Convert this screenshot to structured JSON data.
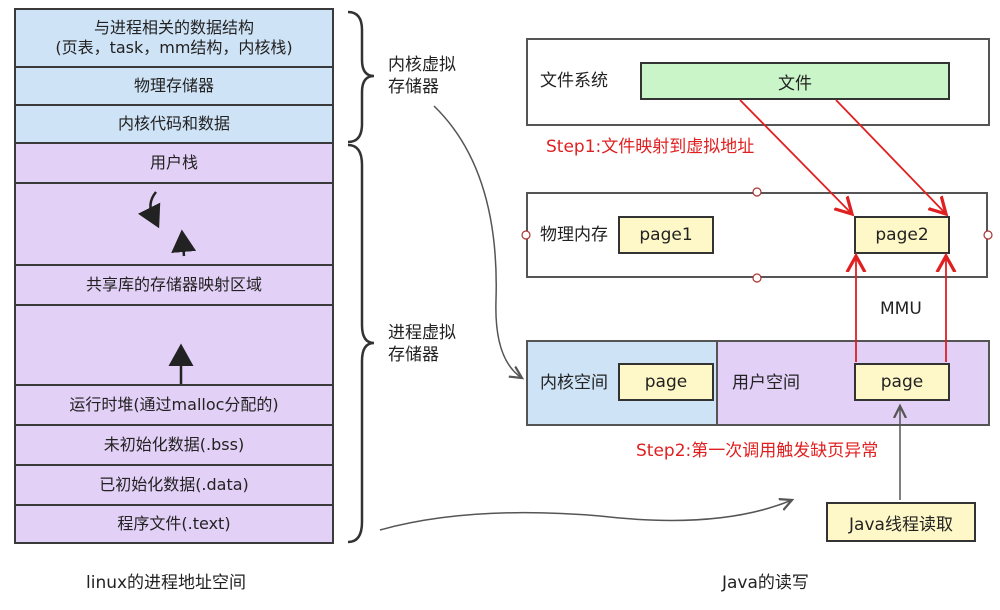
{
  "left": {
    "segments": {
      "kernel_structs": "与进程相关的数据结构\n(页表，task，mm结构，内核栈)",
      "physical_memory": "物理存储器",
      "kernel_code_data": "内核代码和数据",
      "user_stack": "用户栈",
      "shared_lib": "共享库的存储器映射区域",
      "runtime_heap": "运行时堆(通过malloc分配的)",
      "bss": "未初始化数据(.bss)",
      "data": "已初始化数据(.data)",
      "text": "程序文件(.text)"
    },
    "kernel_vm_label": "内核虚拟\n存储器",
    "process_vm_label": "进程虚拟\n存储器",
    "caption": "linux的进程地址空间"
  },
  "right": {
    "file_system_label": "文件系统",
    "file_label": "文件",
    "step1": "Step1:文件映射到虚拟地址",
    "physical_mem_label": "物理内存",
    "page1": "page1",
    "page2": "page2",
    "mmu": "MMU",
    "kernel_space_label": "内核空间",
    "kernel_page": "page",
    "user_space_label": "用户空间",
    "user_page": "page",
    "step2": "Step2:第一次调用触发缺页异常",
    "java_thread": "Java线程读取",
    "caption": "Java的读写"
  },
  "colors": {
    "kernel_blue": "#cfe3f7",
    "user_purple": "#e3d0f7",
    "file_green": "#c9f5c9",
    "page_yellow": "#fef8c8",
    "step_red": "#e02020"
  }
}
